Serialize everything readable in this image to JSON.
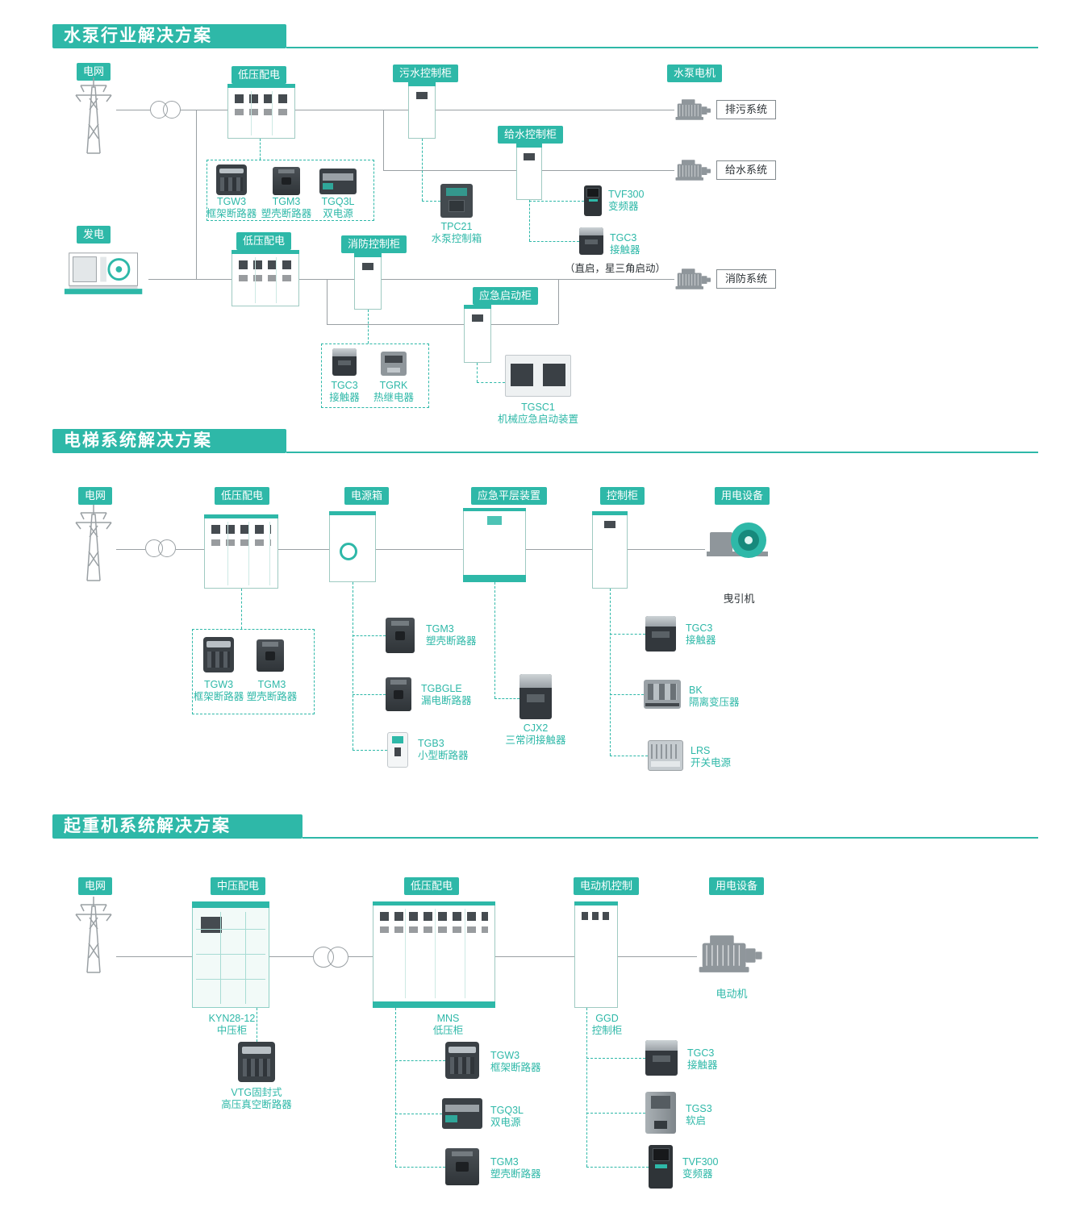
{
  "colors": {
    "accent": "#2eb8a8",
    "line": "#9aa0a4",
    "ink": "#2c3236"
  },
  "sections": {
    "pump": {
      "title": "水泵行业解决方案",
      "badges": {
        "grid": "电网",
        "lv1": "低压配电",
        "sewage": "污水控制柜",
        "pump_motor": "水泵电机",
        "water": "给水控制柜",
        "gen": "发电",
        "lv2": "低压配电",
        "fire": "消防控制柜",
        "emergency": "应急启动柜"
      },
      "systems": {
        "drain": "排污系统",
        "supply": "给水系统",
        "fire": "消防系统"
      },
      "note": "（直启，星三角启动）",
      "products": {
        "tgw3": {
          "name": "TGW3",
          "desc": "框架断路器"
        },
        "tgm3": {
          "name": "TGM3",
          "desc": "塑壳断路器"
        },
        "tgq3l": {
          "name": "TGQ3L",
          "desc": "双电源"
        },
        "tpc21": {
          "name": "TPC21",
          "desc": "水泵控制箱"
        },
        "tvf300": {
          "name": "TVF300",
          "desc": "变频器"
        },
        "tgc3_line": {
          "name": "TGC3",
          "desc": "接触器"
        },
        "tgc3_fire": {
          "name": "TGC3",
          "desc": "接触器"
        },
        "tgrk": {
          "name": "TGRK",
          "desc": "热继电器"
        },
        "tgsc1": {
          "name": "TGSC1",
          "desc": "机械应急启动装置"
        }
      }
    },
    "elevator": {
      "title": "电梯系统解决方案",
      "badges": {
        "grid": "电网",
        "lv": "低压配电",
        "power_box": "电源箱",
        "leveling": "应急平层装置",
        "control": "控制柜",
        "load": "用电设备"
      },
      "device": "曳引机",
      "products": {
        "tgw3": {
          "name": "TGW3",
          "desc": "框架断路器"
        },
        "tgm3_box": {
          "name": "TGM3",
          "desc": "塑壳断路器"
        },
        "tgm3": {
          "name": "TGM3",
          "desc": "塑壳断路器"
        },
        "tgbgle": {
          "name": "TGBGLE",
          "desc": "漏电断路器"
        },
        "tgb3": {
          "name": "TGB3",
          "desc": "小型断路器"
        },
        "cjx2": {
          "name": "CJX2",
          "desc": "三常闭接触器"
        },
        "tgc3": {
          "name": "TGC3",
          "desc": "接触器"
        },
        "bk": {
          "name": "BK",
          "desc": "隔离变压器"
        },
        "lrs": {
          "name": "LRS",
          "desc": "开关电源"
        }
      }
    },
    "crane": {
      "title": "起重机系统解决方案",
      "badges": {
        "grid": "电网",
        "mv": "中压配电",
        "lv": "低压配电",
        "motor_control": "电动机控制",
        "load": "用电设备"
      },
      "cabinets": {
        "kyn": {
          "name": "KYN28-12",
          "desc": "中压柜"
        },
        "mns": {
          "name": "MNS",
          "desc": "低压柜"
        },
        "ggd": {
          "name": "GGD",
          "desc": "控制柜"
        }
      },
      "device": "电动机",
      "products": {
        "vtg": {
          "name": "VTG固封式",
          "desc": "高压真空断路器"
        },
        "tgw3": {
          "name": "TGW3",
          "desc": "框架断路器"
        },
        "tgq3l": {
          "name": "TGQ3L",
          "desc": "双电源"
        },
        "tgm3": {
          "name": "TGM3",
          "desc": "塑壳断路器"
        },
        "tgc3": {
          "name": "TGC3",
          "desc": "接触器"
        },
        "tgs3": {
          "name": "TGS3",
          "desc": "软启"
        },
        "tvf300": {
          "name": "TVF300",
          "desc": "变频器"
        }
      }
    }
  }
}
